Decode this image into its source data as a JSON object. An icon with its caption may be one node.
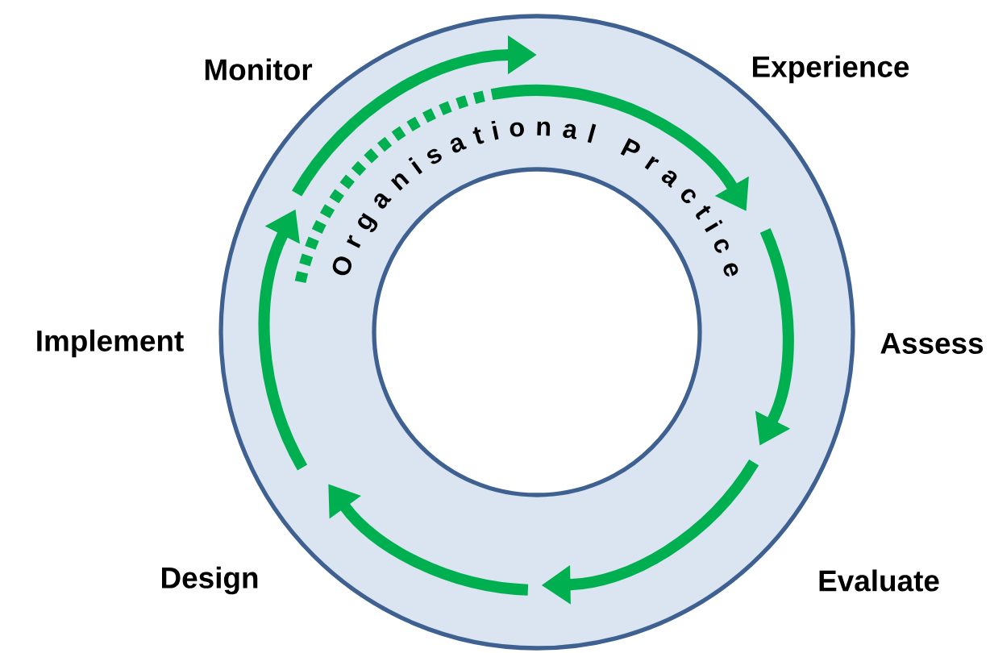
{
  "diagram": {
    "nodes": [
      {
        "text": [
          "Organisational Practice"
        ]
      },
      {
        "text": [
          "Monitor"
        ]
      },
      {
        "text": [
          "Experience"
        ]
      },
      {
        "text": [
          "Implement"
        ]
      },
      {
        "text": [
          "Assess"
        ]
      },
      {
        "text": [
          "Design"
        ]
      },
      {
        "text": [
          "Evaluate"
        ]
      }
    ]
  }
}
